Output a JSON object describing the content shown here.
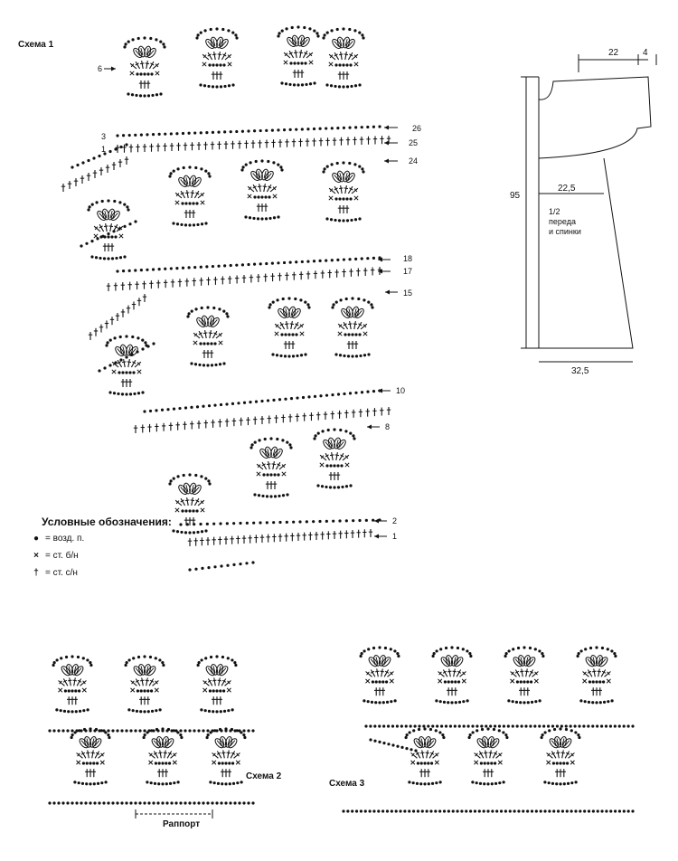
{
  "scheme1": {
    "title": "Схема 1",
    "row_numbers_right": [
      "26",
      "25",
      "24",
      "18",
      "17",
      "15",
      "10",
      "8",
      "2",
      "1"
    ],
    "row_numbers_left": [
      "6",
      "3",
      "1"
    ]
  },
  "legend": {
    "title": "Условные обозначения:",
    "items": [
      {
        "symbol": "●",
        "text": "= возд. п."
      },
      {
        "symbol": "×",
        "text": "= ст. б/н"
      },
      {
        "symbol": "†",
        "text": "= ст. с/н"
      }
    ]
  },
  "pattern": {
    "dims": {
      "top_width": "22",
      "shoulder": "4",
      "height": "95",
      "chest": "22,5",
      "bottom": "32,5"
    },
    "label_line1": "1/2",
    "label_line2": "переда",
    "label_line3": "и спинки"
  },
  "scheme2": {
    "title": "Схема 2",
    "repeat_label": "Раппорт"
  },
  "scheme3": {
    "title": "Схема 3"
  }
}
